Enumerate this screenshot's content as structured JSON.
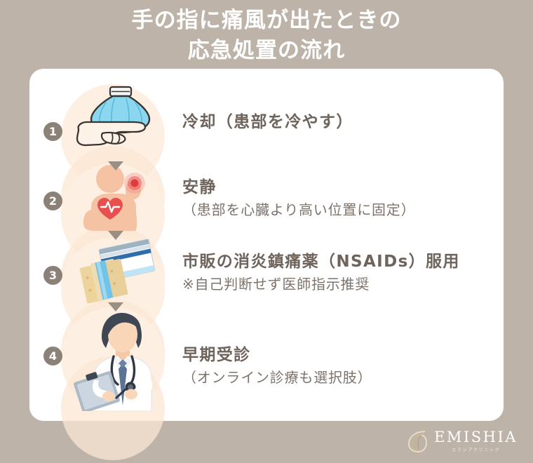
{
  "title": {
    "line1": "手の指に痛風が出たときの",
    "line2": "応急処置の流れ"
  },
  "colors": {
    "background": "#bdb3a8",
    "card": "#ffffff",
    "text": "#756b63",
    "badge": "#8c8177",
    "blob": "#fdf0e2",
    "accent_red": "#e8504f",
    "accent_blue": "#7fd4ec"
  },
  "steps": [
    {
      "number": "1",
      "icon": "ice-pack-on-hand-icon",
      "head": "冷却（患部を冷やす）",
      "sub": ""
    },
    {
      "number": "2",
      "icon": "person-heart-raised-hand-icon",
      "head": "安静",
      "sub": "（患部を心臓より高い位置に固定）"
    },
    {
      "number": "3",
      "icon": "medicine-packets-icon",
      "head": "市販の消炎鎮痛薬（NSAIDs）服用",
      "sub": "※自己判断せず医師指示推奨"
    },
    {
      "number": "4",
      "icon": "doctor-with-clipboard-icon",
      "head": "早期受診",
      "sub": "（オンライン診療も選択肢）"
    }
  ],
  "logo": {
    "name": "EMISHIA",
    "sub": "エミシアクリニック"
  }
}
